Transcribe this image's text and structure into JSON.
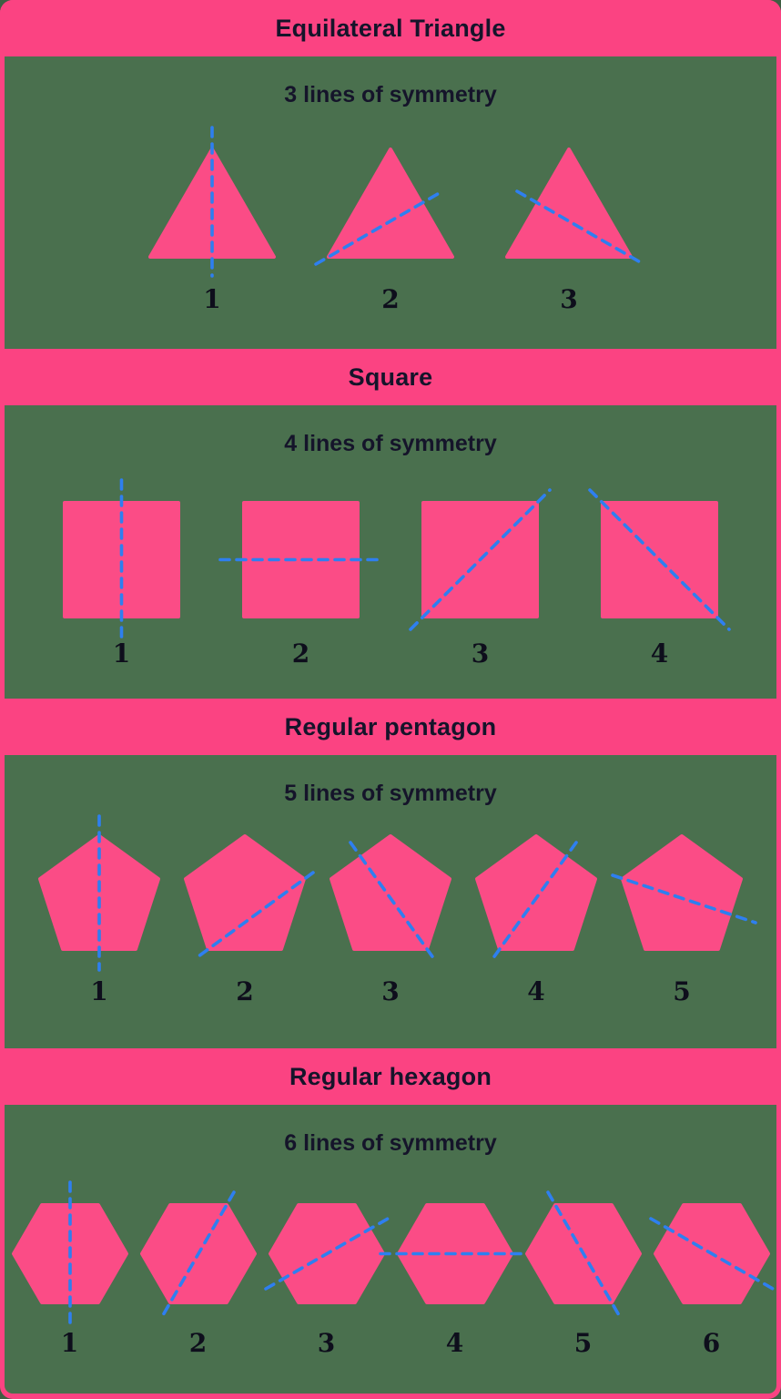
{
  "poster": {
    "colors": {
      "pink": "#FB4382",
      "shape_pink": "#FB4C86",
      "green": "#4A704E",
      "line_blue": "#2E7FF0",
      "text_dark": "#15142A",
      "number_dark": "#0E0E1C"
    },
    "sections": [
      {
        "id": "equilateral-triangle",
        "title": "Equilateral Triangle",
        "subtitle": "3 lines of symmetry",
        "shape": "triangle",
        "figures": [
          {
            "label": "1",
            "line": "vertical-through-apex"
          },
          {
            "label": "2",
            "line": "bottom-left-vertex-to-right-edge"
          },
          {
            "label": "3",
            "line": "left-edge-to-bottom-right-vertex"
          }
        ]
      },
      {
        "id": "square",
        "title": "Square",
        "subtitle": "4 lines of symmetry",
        "shape": "square",
        "figures": [
          {
            "label": "1",
            "line": "vertical-center"
          },
          {
            "label": "2",
            "line": "horizontal-center"
          },
          {
            "label": "3",
            "line": "diagonal-bottom-left-to-top-right"
          },
          {
            "label": "4",
            "line": "diagonal-top-left-to-bottom-right"
          }
        ]
      },
      {
        "id": "regular-pentagon",
        "title": "Regular pentagon",
        "subtitle": "5 lines of symmetry",
        "shape": "pentagon",
        "figures": [
          {
            "label": "1",
            "line": "vertical-through-top-vertex"
          },
          {
            "label": "2",
            "line": "right-vertex-to-bottom-left"
          },
          {
            "label": "3",
            "line": "upper-left-edge-to-bottom-right-vertex"
          },
          {
            "label": "4",
            "line": "upper-right-edge-to-bottom-left-vertex"
          },
          {
            "label": "5",
            "line": "left-vertex-to-lower-right-edge"
          }
        ]
      },
      {
        "id": "regular-hexagon",
        "title": "Regular hexagon",
        "subtitle": "6 lines of symmetry",
        "shape": "hexagon",
        "figures": [
          {
            "label": "1",
            "line": "vertical-edge-midpoints"
          },
          {
            "label": "2",
            "line": "top-right-to-bottom-left-vertices"
          },
          {
            "label": "3",
            "line": "lower-left-to-upper-right-edge-midpoints"
          },
          {
            "label": "4",
            "line": "horizontal-through-side-vertices"
          },
          {
            "label": "5",
            "line": "top-left-to-bottom-right-vertices"
          },
          {
            "label": "6",
            "line": "upper-left-to-lower-right-edge-midpoints"
          }
        ]
      }
    ]
  }
}
